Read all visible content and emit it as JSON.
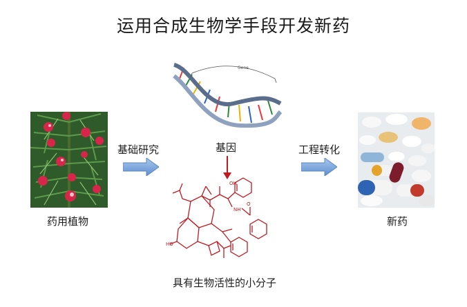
{
  "title": "运用合成生物学手段开发新药",
  "labels": {
    "medicinal_plant": "药用植物",
    "basic_research": "基础研究",
    "gene": "基因",
    "engineering": "工程转化",
    "new_drug": "新药",
    "molecule": "具有生物活性的小分子"
  },
  "dna_annotation": "Gene",
  "molecule_atoms": {
    "oh": "OH",
    "nh": "NH",
    "ho": "HO",
    "o": "O"
  },
  "colors": {
    "arrow_blue": "#7aa6dc",
    "arrow_red": "#c0191f",
    "molecule": "#c0191f"
  },
  "icons": [
    "plant-photo",
    "dna-helix-icon",
    "pills-photo",
    "molecule-structure-icon"
  ]
}
